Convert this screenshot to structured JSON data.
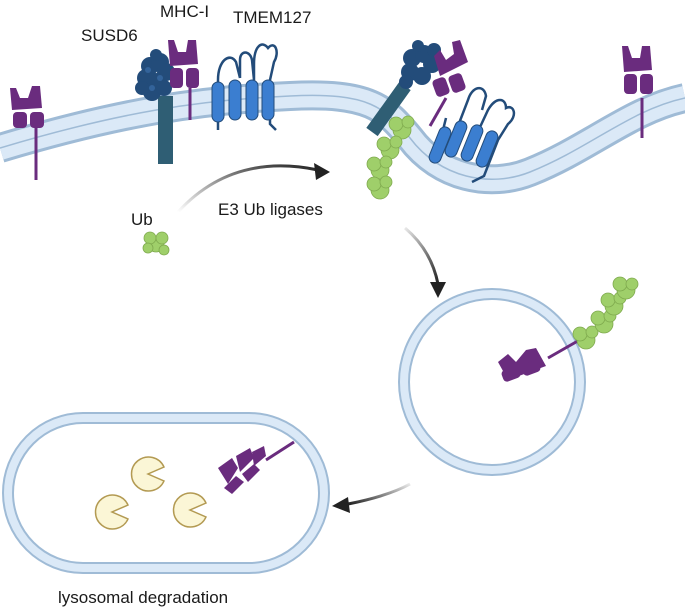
{
  "labels": {
    "susd6": "SUSD6",
    "mhc": "MHC-I",
    "tmem": "TMEM127",
    "ub": "Ub",
    "e3": "E3 Ub ligases",
    "lysosome": "lysosomal degradation"
  },
  "colors": {
    "membrane_fill": "#dbe9f7",
    "membrane_stroke": "#9fbbd6",
    "mhc": "#6a2c7e",
    "susd6_stalk": "#2f5e74",
    "susd6_head": "#234c7a",
    "tmem": "#3b7ed0",
    "ub": "#9fcf6a",
    "enzyme_fill": "#fbf6d6",
    "enzyme_stroke": "#b39a52",
    "arrow": "#222222"
  }
}
